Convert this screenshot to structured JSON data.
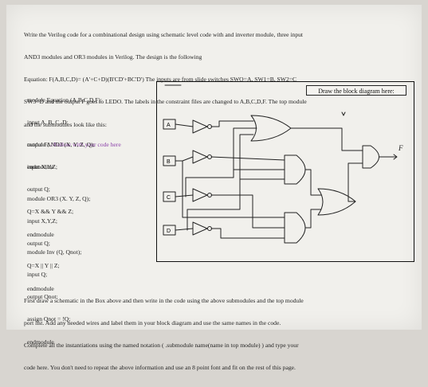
{
  "intro_lines": [
    "Write the Verilog code for a combinational design using schematic level code with and inverter module, three input",
    "AND3 modules and OR3 modules in Verilog. The design is the following",
    "Equation: F(A,B,C,D)= (A'+C+D)(B'CD'+BC'D') The inputs are from slide switches SWO=A, SW1=B, SW2=C",
    "SW3=D and the output F goes to LEDO. The labels in the constraint files are changed to A,B,C,D,F. The top module",
    "and the submodules look like this:"
  ],
  "module_equation": {
    "line1": "module Equation (A,B,C,D,F);",
    "line2": "input A, B, C, D;",
    "line3_code": "output F; ",
    "line3_comment": "//Follow with your code here",
    "line4": "endmodule"
  },
  "module_and3": [
    "module AND3 (X, Y, Z, Q);",
    "input X,Y,Z;",
    "output Q;",
    "Q=X && Y && Z;",
    "endmodule"
  ],
  "module_or3": [
    "module OR3 (X. Y, Z, Q);",
    "input X,Y,Z;",
    "output Q;",
    "Q=X || Y || Z;",
    "endmodule"
  ],
  "module_inv": [
    "module Inv (Q, Qnot);",
    "input Q;",
    "output Qnot;",
    "assign Qnot = !Q;",
    "endmodule"
  ],
  "diagram_button": "Draw the block diagram here:",
  "inputs": [
    "A",
    "B",
    "C",
    "D"
  ],
  "output_label": "F",
  "footer_lines": [
    "First draw a schematic in the Box above and then write in the code using the above submodules and the top module",
    "port list. Add any needed wires and label them in your block diagram and use the same names in the code.",
    "Complete all the instantiations using the named notation ( .submodule name(name in top module) ) and type your",
    "code here. You don't need to repeat the above information and use an 8 point font and fit on the rest of this page."
  ]
}
